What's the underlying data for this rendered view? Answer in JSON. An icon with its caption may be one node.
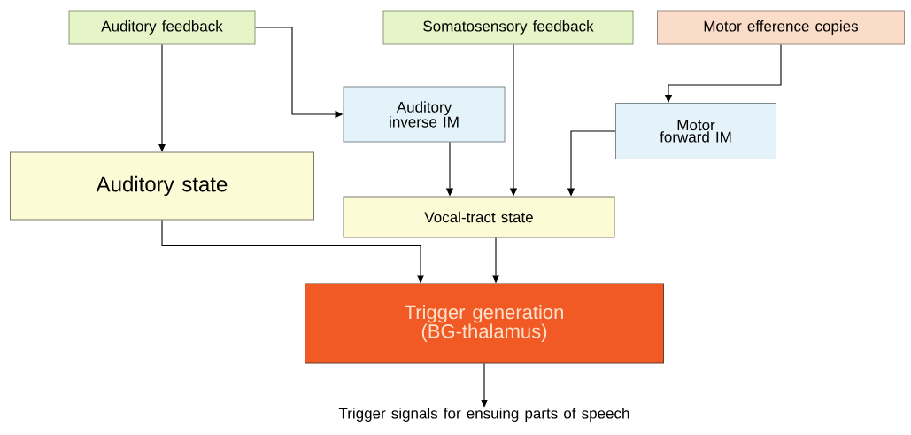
{
  "diagram": {
    "nodes": [
      {
        "text": [
          "Auditory feedback"
        ]
      },
      {
        "text": [
          "Somatosensory feedback"
        ]
      },
      {
        "text": [
          "Motor efference copies"
        ]
      },
      {
        "text": [
          "Auditory inverse IM"
        ]
      },
      {
        "text": [
          "Motor forward IM"
        ]
      },
      {
        "text": [
          "Auditory state"
        ]
      },
      {
        "text": [
          "Vocal-tract state"
        ]
      },
      {
        "text": [
          "Trigger generation (BG-thalamus)"
        ]
      },
      {
        "text": [
          "Trigger signals for ensuing parts of speech"
        ]
      }
    ],
    "edges": [
      {
        "from": 0,
        "to": 5,
        "arrow": "to"
      },
      {
        "from": 0,
        "to": 3,
        "arrow": "to"
      },
      {
        "from": 1,
        "to": 6,
        "arrow": "to"
      },
      {
        "from": 2,
        "to": 4,
        "arrow": "to"
      },
      {
        "from": 3,
        "to": 6,
        "arrow": "to"
      },
      {
        "from": 4,
        "to": 6,
        "arrow": "to"
      },
      {
        "from": 5,
        "to": 7,
        "arrow": "to"
      },
      {
        "from": 6,
        "to": 7,
        "arrow": "to"
      },
      {
        "from": 7,
        "to": 8,
        "arrow": "to"
      }
    ]
  }
}
